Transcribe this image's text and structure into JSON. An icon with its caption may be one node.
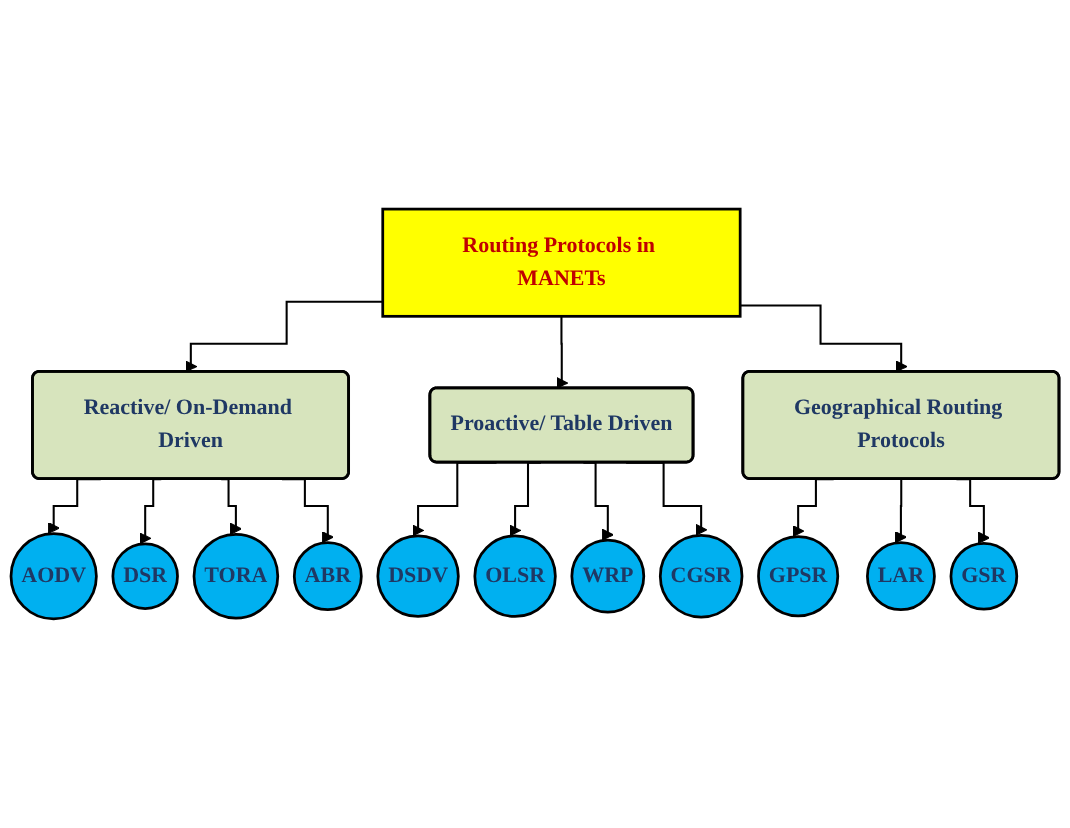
{
  "diagram": {
    "nodes": [
      {
        "text": [
          "Routing Protocols in MANETs"
        ]
      },
      {
        "text": [
          "Reactive/ On-Demand Driven"
        ]
      },
      {
        "text": [
          "Proactive/ Table Driven"
        ]
      },
      {
        "text": [
          "Geographical Routing Protocols"
        ]
      },
      {
        "text": [
          "AODV"
        ]
      },
      {
        "text": [
          "DSR"
        ]
      },
      {
        "text": [
          "TORA"
        ]
      },
      {
        "text": [
          "ABR"
        ]
      },
      {
        "text": [
          "DSDV"
        ]
      },
      {
        "text": [
          "OLSR"
        ]
      },
      {
        "text": [
          "WRP"
        ]
      },
      {
        "text": [
          "CGSR"
        ]
      },
      {
        "text": [
          "GPSR"
        ]
      },
      {
        "text": [
          "LAR"
        ]
      },
      {
        "text": [
          "GSR"
        ]
      }
    ],
    "edges": [
      {
        "from": 0,
        "to": 1,
        "arrow": "to"
      },
      {
        "from": 0,
        "to": 2,
        "arrow": "to"
      },
      {
        "from": 0,
        "to": 3,
        "arrow": "to"
      },
      {
        "from": 1,
        "to": 4,
        "arrow": "to"
      },
      {
        "from": 1,
        "to": 5,
        "arrow": "to"
      },
      {
        "from": 1,
        "to": 6,
        "arrow": "to"
      },
      {
        "from": 1,
        "to": 7,
        "arrow": "to"
      },
      {
        "from": 2,
        "to": 8,
        "arrow": "to"
      },
      {
        "from": 2,
        "to": 9,
        "arrow": "to"
      },
      {
        "from": 2,
        "to": 10,
        "arrow": "to"
      },
      {
        "from": 2,
        "to": 11,
        "arrow": "to"
      },
      {
        "from": 3,
        "to": 12,
        "arrow": "to"
      },
      {
        "from": 3,
        "to": 13,
        "arrow": "to"
      },
      {
        "from": 3,
        "to": 14,
        "arrow": "to"
      }
    ]
  }
}
